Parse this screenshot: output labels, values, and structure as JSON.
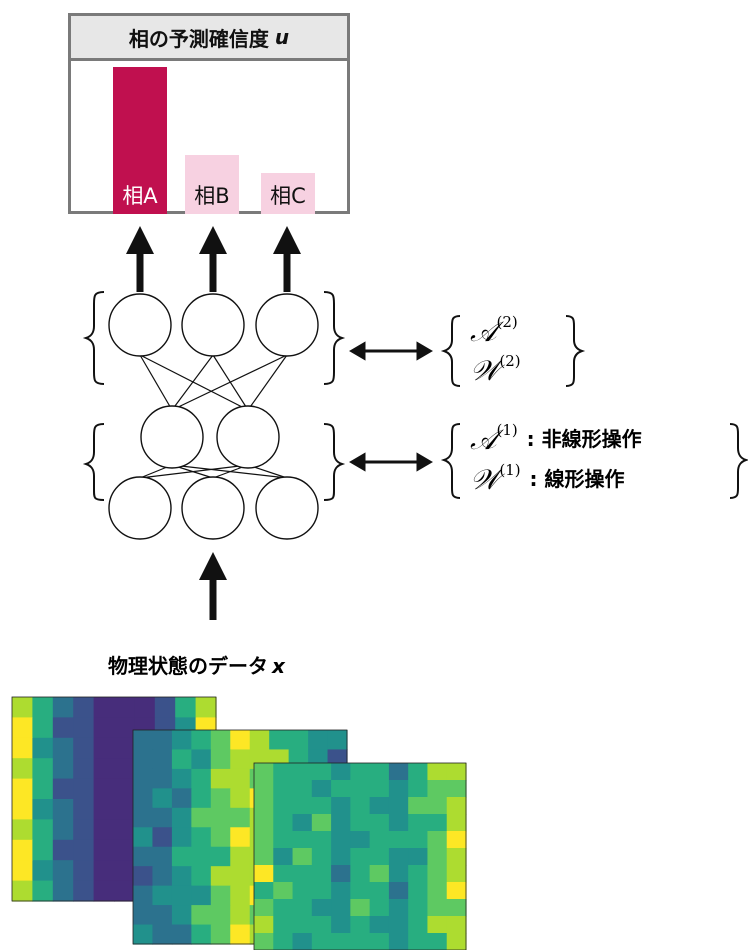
{
  "prediction": {
    "title": "相の予測確信度",
    "variable": "u",
    "phases": [
      {
        "label": "相A",
        "value": 1.0,
        "color": "#c0104f"
      },
      {
        "label": "相B",
        "value": 0.4,
        "color": "#f7d1e1"
      },
      {
        "label": "相C",
        "value": 0.28,
        "color": "#f7d1e1"
      }
    ]
  },
  "layers": {
    "layer2": {
      "A": "𝒜",
      "W": "𝒲",
      "sup": "(2)"
    },
    "layer1": {
      "A": "𝒜",
      "W": "𝒲",
      "sup": "(1)",
      "A_desc": ": 非線形操作",
      "W_desc": ": 線形操作"
    }
  },
  "input": {
    "title": "物理状態のデータ",
    "variable": "x"
  },
  "colors": {
    "frame": "#7a7a7a",
    "header": "#e7e7e7",
    "dark_bar": "#c0104f",
    "light_bar": "#f7d1e1"
  }
}
